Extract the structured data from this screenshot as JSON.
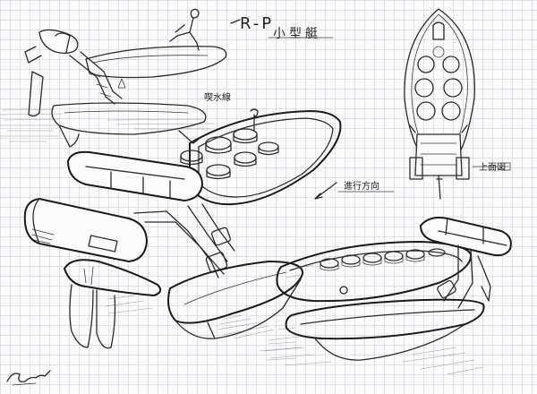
{
  "sheet": {
    "title_code": "R-P",
    "title_name": "小型艇",
    "waterline_label": "喫水線",
    "direction_label": "進行方向",
    "top_view_label": "上面図",
    "signature": "handwritten signature"
  },
  "colors": {
    "ink": "#2a2a2a",
    "grid": "#8c9eb5",
    "paper": "#fcfcfc"
  }
}
